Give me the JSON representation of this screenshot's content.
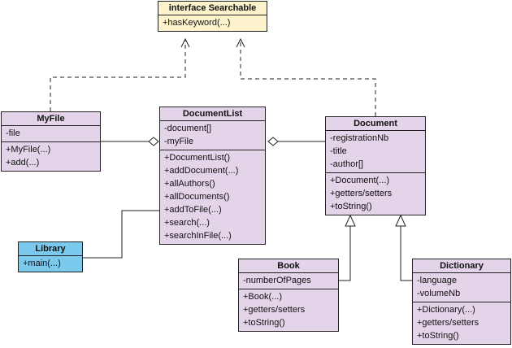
{
  "classes": {
    "searchable": {
      "name": "interface Searchable",
      "attributes": [],
      "methods": [
        "+hasKeyword(...)"
      ]
    },
    "myfile": {
      "name": "MyFile",
      "attributes": [
        "-file"
      ],
      "methods": [
        "+MyFile(...)",
        "+add(...)"
      ]
    },
    "documentlist": {
      "name": "DocumentList",
      "attributes": [
        "-document[]",
        "-myFile"
      ],
      "methods": [
        "+DocumentList()",
        "+addDocument(...)",
        "+allAuthors()",
        "+allDocuments()",
        "+addToFile(...)",
        "+search(...)",
        "+searchInFile(...)"
      ]
    },
    "document": {
      "name": "Document",
      "attributes": [
        "-registrationNb",
        "-title",
        "-author[]"
      ],
      "methods": [
        "+Document(...)",
        "+getters/setters",
        "+toString()"
      ]
    },
    "library": {
      "name": "Library",
      "attributes": [],
      "methods": [
        "+main(...)"
      ]
    },
    "book": {
      "name": "Book",
      "attributes": [
        "-numberOfPages"
      ],
      "methods": [
        "+Book(...)",
        "+getters/setters",
        "+toString()"
      ]
    },
    "dictionary": {
      "name": "Dictionary",
      "attributes": [
        "-language",
        "-volumeNb"
      ],
      "methods": [
        "+Dictionary(...)",
        "+getters/setters",
        "+toString()"
      ]
    }
  },
  "colors": {
    "class_fill": "#e3d4e9",
    "library_fill": "#7cc9ee",
    "interface_fill": "#fcf3cc",
    "line": "#222222"
  },
  "relationships": [
    {
      "type": "realization",
      "from": "myfile",
      "to": "searchable"
    },
    {
      "type": "realization",
      "from": "document",
      "to": "searchable"
    },
    {
      "type": "aggregation",
      "from": "myfile",
      "to": "documentlist"
    },
    {
      "type": "aggregation",
      "from": "document",
      "to": "documentlist"
    },
    {
      "type": "association",
      "from": "library",
      "to": "documentlist"
    },
    {
      "type": "inheritance",
      "from": "book",
      "to": "document"
    },
    {
      "type": "inheritance",
      "from": "dictionary",
      "to": "document"
    }
  ]
}
